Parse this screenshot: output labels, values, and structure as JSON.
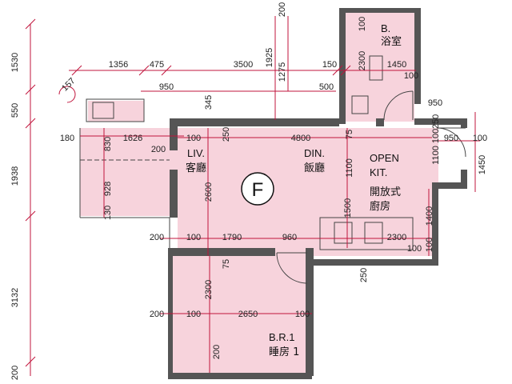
{
  "unit_label": "F",
  "rooms": {
    "bathroom": {
      "en": "B.",
      "zh": "浴室"
    },
    "living": {
      "en": "LIV.",
      "zh": "客廳"
    },
    "dining": {
      "en": "DIN.",
      "zh": "飯廳"
    },
    "kitchen": {
      "en1": "OPEN",
      "en2": "KIT.",
      "zh1": "開放式",
      "zh2": "廚房"
    },
    "bedroom": {
      "en": "B.R.1",
      "zh": "睡房 1"
    }
  },
  "dims_left": [
    "1530",
    "550",
    "1938",
    "3132",
    "200"
  ],
  "dims_top": {
    "row1": [
      "1356",
      "475",
      "3500",
      "150",
      "1450"
    ],
    "row2": [
      "950",
      "345",
      "500"
    ],
    "v1925": "1925",
    "v1275": "1275",
    "v200": "200",
    "v2300": "2300",
    "v100a": "100",
    "v100b": "100",
    "r157": "157"
  },
  "dims_inner": {
    "d180": "180",
    "d830": "830",
    "d1626": "1626",
    "d100a": "100",
    "d250a": "250",
    "d4800": "4800",
    "d75a": "75",
    "d200a": "200",
    "d928": "928",
    "d130": "130",
    "d2600": "2600",
    "d1100": "1100",
    "d1500": "1500",
    "d200b": "200",
    "d100b": "100",
    "d1790": "1790",
    "d960": "960",
    "d2300a": "2300",
    "d100c": "100",
    "d75b": "75",
    "d250b": "250",
    "d2300b": "2300",
    "d200c": "200",
    "d100d": "100",
    "d2650": "2650",
    "d100e": "100",
    "d200d": "200"
  },
  "dims_right": {
    "d950a": "950",
    "d250": "250",
    "d100a": "100",
    "d950b": "950",
    "d100b": "100",
    "d1100": "1100",
    "d1450": "1450",
    "d1400": "1400",
    "d100c": "100"
  }
}
